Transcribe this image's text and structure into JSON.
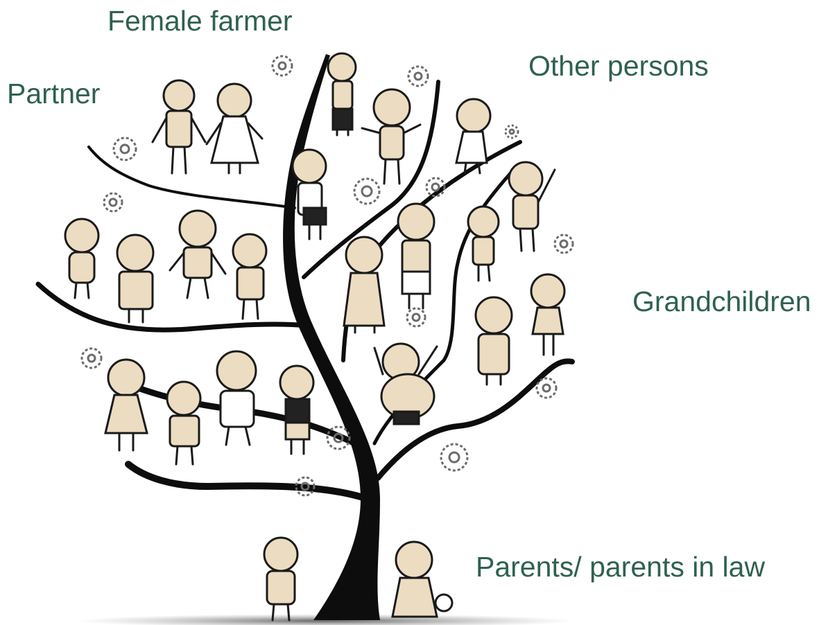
{
  "labels": {
    "female_farmer": "Female farmer",
    "partner": "Partner",
    "other_persons": "Other persons",
    "grandchildren": "Grandchildren",
    "parents": "Parents/ parents in law"
  },
  "colors": {
    "label_text": "#2f6150",
    "tree": "#0d0d0d",
    "skin": "#ecdcc1",
    "outline": "#1a1a1a",
    "flower": "#6b6b6b"
  },
  "icons": [
    "family-tree-illustration",
    "stick-figure-person-icon",
    "flower-icon"
  ]
}
